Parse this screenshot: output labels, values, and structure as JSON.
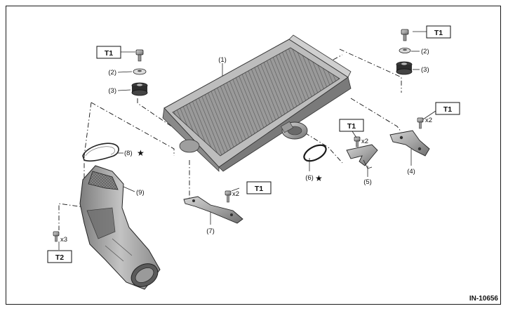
{
  "diagram": {
    "reference_code": "IN-10656",
    "callouts": {
      "intercooler": "(1)",
      "washer_left": "(2)",
      "cushion_left": "(3)",
      "washer_right": "(2)",
      "cushion_right": "(3)",
      "bracket_right": "(4)",
      "bracket_clip": "(5)",
      "oring": "(6)",
      "bracket_lower": "(7)",
      "gasket": "(8)",
      "air_duct": "(9)"
    },
    "torque_labels": {
      "t1_left_bolt": "T1",
      "t1_right_bolt": "T1",
      "t1_right_bracket": "T1",
      "t1_clip": "T1",
      "t1_lower_bracket": "T1",
      "t2_duct": "T2"
    },
    "quantities": {
      "right_bracket_bolts": "x2",
      "clip_bolts": "x2",
      "lower_bracket_bolts": "x2",
      "duct_bolts": "x3"
    },
    "star_symbol": "★"
  }
}
